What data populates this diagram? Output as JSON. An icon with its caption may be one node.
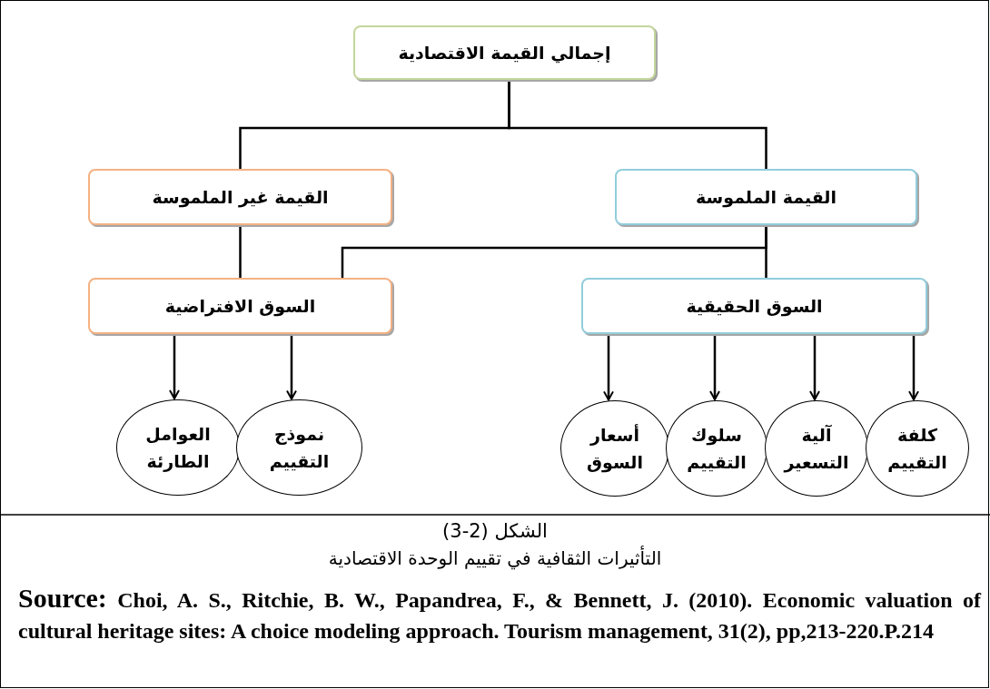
{
  "diagram": {
    "nodes": [
      {
        "text": [
          "إجمالي القيمة الاقتصادية"
        ]
      },
      {
        "text": [
          "القيمة غير الملموسة"
        ]
      },
      {
        "text": [
          "القيمة الملموسة"
        ]
      },
      {
        "text": [
          "السوق الافتراضية"
        ]
      },
      {
        "text": [
          "السوق الحقيقية"
        ]
      },
      {
        "text": [
          "العوامل الطارئة"
        ]
      },
      {
        "text": [
          "نموذج التقييم"
        ]
      },
      {
        "text": [
          "أسعار السوق"
        ]
      },
      {
        "text": [
          "سلوك التقييم"
        ]
      },
      {
        "text": [
          "آلية التسعير"
        ]
      },
      {
        "text": [
          "كلفة التقييم"
        ]
      }
    ],
    "edges": [
      {
        "from": 0,
        "to": 1,
        "arrow": "none"
      },
      {
        "from": 0,
        "to": 2,
        "arrow": "none"
      },
      {
        "from": 1,
        "to": 3,
        "arrow": "none"
      },
      {
        "from": 2,
        "to": 4,
        "arrow": "none"
      },
      {
        "from": 2,
        "to": 3,
        "arrow": "none"
      },
      {
        "from": 3,
        "to": 5,
        "arrow": "to"
      },
      {
        "from": 3,
        "to": 6,
        "arrow": "to"
      },
      {
        "from": 4,
        "to": 7,
        "arrow": "to"
      },
      {
        "from": 4,
        "to": 8,
        "arrow": "to"
      },
      {
        "from": 4,
        "to": 9,
        "arrow": "to"
      },
      {
        "from": 4,
        "to": 10,
        "arrow": "to"
      }
    ],
    "labels": [
      "الشكل (2-3)",
      "التأثيرات الثقافية في تقييم الوحدة الاقتصادية",
      "Source:",
      "Choi, A. S., Ritchie, B. W., Papandrea, F., & Bennett, J. (2010). Economic valuation of cultural heritage sites: A choice modeling approach. Tourism management, 31(2), pp,213-220.P.214"
    ]
  }
}
